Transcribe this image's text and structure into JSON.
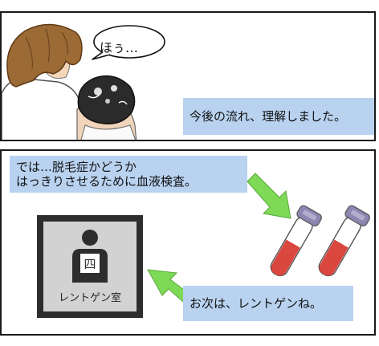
{
  "panel_1": {
    "speech_bubble": "ほぅ…",
    "caption": "今後の流れ、理解しました。"
  },
  "panel_2": {
    "caption_top_lines": [
      "では…脱毛症かどうか",
      "はっきりさせるために血液検査。"
    ],
    "xray_sign_label": "レントゲン室",
    "xray_sign_glyph": "四",
    "caption_bottom": "お次は、レントゲンね。"
  },
  "colors": {
    "caption_bg": "#b9d2f0",
    "arrow_green": "#7ed957",
    "tube_cap": "#8c86b0",
    "tube_blood": "#d9473f",
    "sign_frame": "#2d2d2d",
    "sign_bg": "#d2d2d2"
  },
  "icons": [
    "person-icon",
    "blood-tube-icon",
    "arrow-icon"
  ]
}
